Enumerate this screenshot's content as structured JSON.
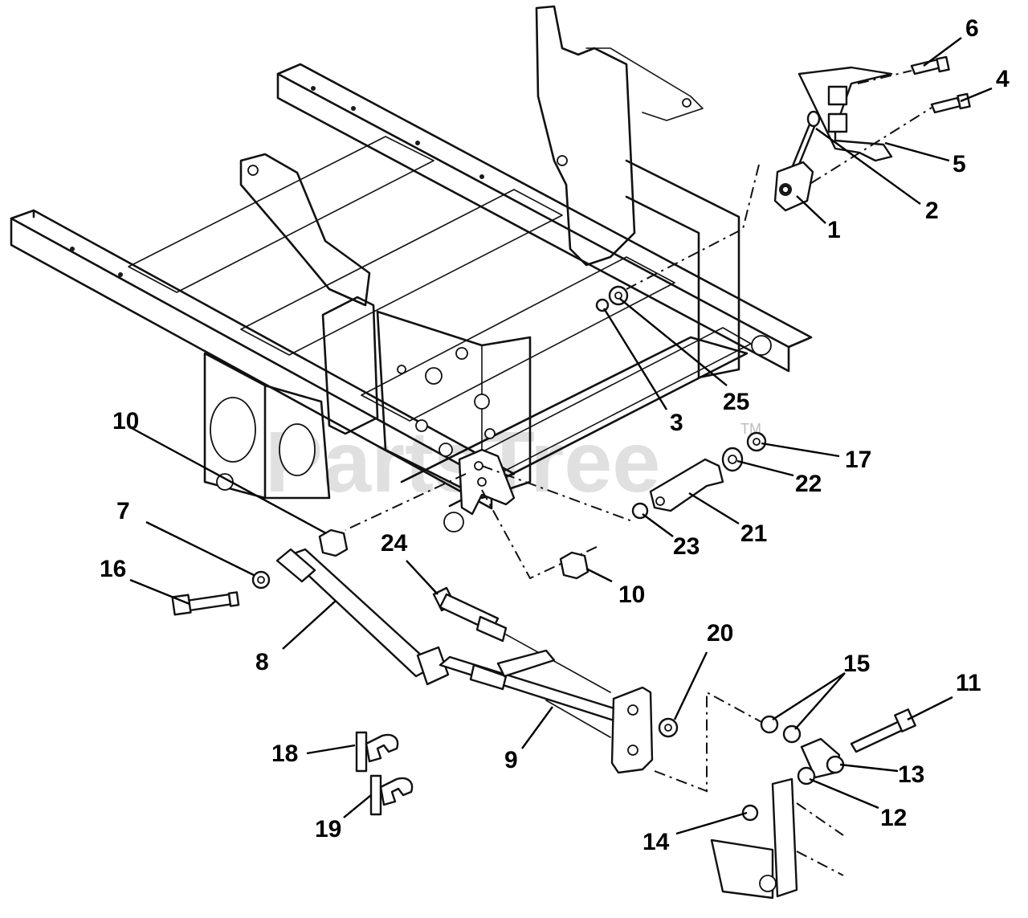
{
  "watermark": {
    "text": "PartsTree",
    "trademark": "TM"
  },
  "callouts": [
    {
      "id": "1",
      "label": "1"
    },
    {
      "id": "2",
      "label": "2"
    },
    {
      "id": "3",
      "label": "3"
    },
    {
      "id": "4",
      "label": "4"
    },
    {
      "id": "5",
      "label": "5"
    },
    {
      "id": "6",
      "label": "6"
    },
    {
      "id": "7",
      "label": "7"
    },
    {
      "id": "8",
      "label": "8"
    },
    {
      "id": "9",
      "label": "9"
    },
    {
      "id": "10a",
      "label": "10"
    },
    {
      "id": "10b",
      "label": "10"
    },
    {
      "id": "11",
      "label": "11"
    },
    {
      "id": "12",
      "label": "12"
    },
    {
      "id": "13",
      "label": "13"
    },
    {
      "id": "14",
      "label": "14"
    },
    {
      "id": "15",
      "label": "15"
    },
    {
      "id": "16",
      "label": "16"
    },
    {
      "id": "17",
      "label": "17"
    },
    {
      "id": "18",
      "label": "18"
    },
    {
      "id": "19",
      "label": "19"
    },
    {
      "id": "20",
      "label": "20"
    },
    {
      "id": "21",
      "label": "21"
    },
    {
      "id": "22",
      "label": "22"
    },
    {
      "id": "23",
      "label": "23"
    },
    {
      "id": "24",
      "label": "24"
    },
    {
      "id": "25",
      "label": "25"
    }
  ]
}
